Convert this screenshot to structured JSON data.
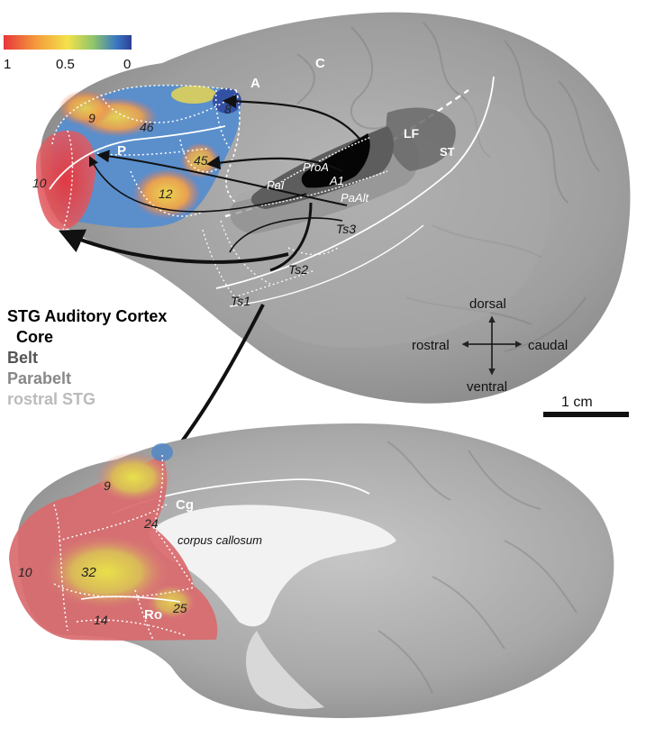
{
  "colorbar": {
    "labels": [
      "1",
      "0.5",
      "0"
    ],
    "colors": [
      "#e8353b",
      "#f39a3c",
      "#f3e24a",
      "#8fc56a",
      "#3a78c2",
      "#2f3f95"
    ]
  },
  "lateral": {
    "sulci": {
      "arcuate": "A",
      "central": "C",
      "principal": "P",
      "lateral_fissure": "LF",
      "superior_temporal": "ST"
    },
    "areas": {
      "a10": "10",
      "a9": "9",
      "a46": "46",
      "a8": "8",
      "a45": "45",
      "a12": "12"
    },
    "auditory": {
      "pal": "PaI",
      "proa": "ProA",
      "a1": "A1",
      "paalt": "PaAlt",
      "ts3": "Ts3",
      "ts2": "Ts2",
      "ts1": "Ts1"
    }
  },
  "legend": {
    "title": "STG Auditory Cortex",
    "items": [
      {
        "label": "Core",
        "color": "#000000"
      },
      {
        "label": "Belt",
        "color": "#555555"
      },
      {
        "label": "Parabelt",
        "color": "#888888"
      },
      {
        "label": "rostral STG",
        "color": "#bbbbbb"
      }
    ]
  },
  "orientation": {
    "dorsal": "dorsal",
    "ventral": "ventral",
    "rostral": "rostral",
    "caudal": "caudal"
  },
  "scale_bar": {
    "label": "1 cm"
  },
  "medial": {
    "cingulate": "Cg",
    "corpus_callosum": "corpus callosum",
    "rostral_sulcus": "Ro",
    "areas": {
      "a9": "9",
      "a24": "24",
      "a10": "10",
      "a32": "32",
      "a14": "14",
      "a25": "25"
    }
  }
}
